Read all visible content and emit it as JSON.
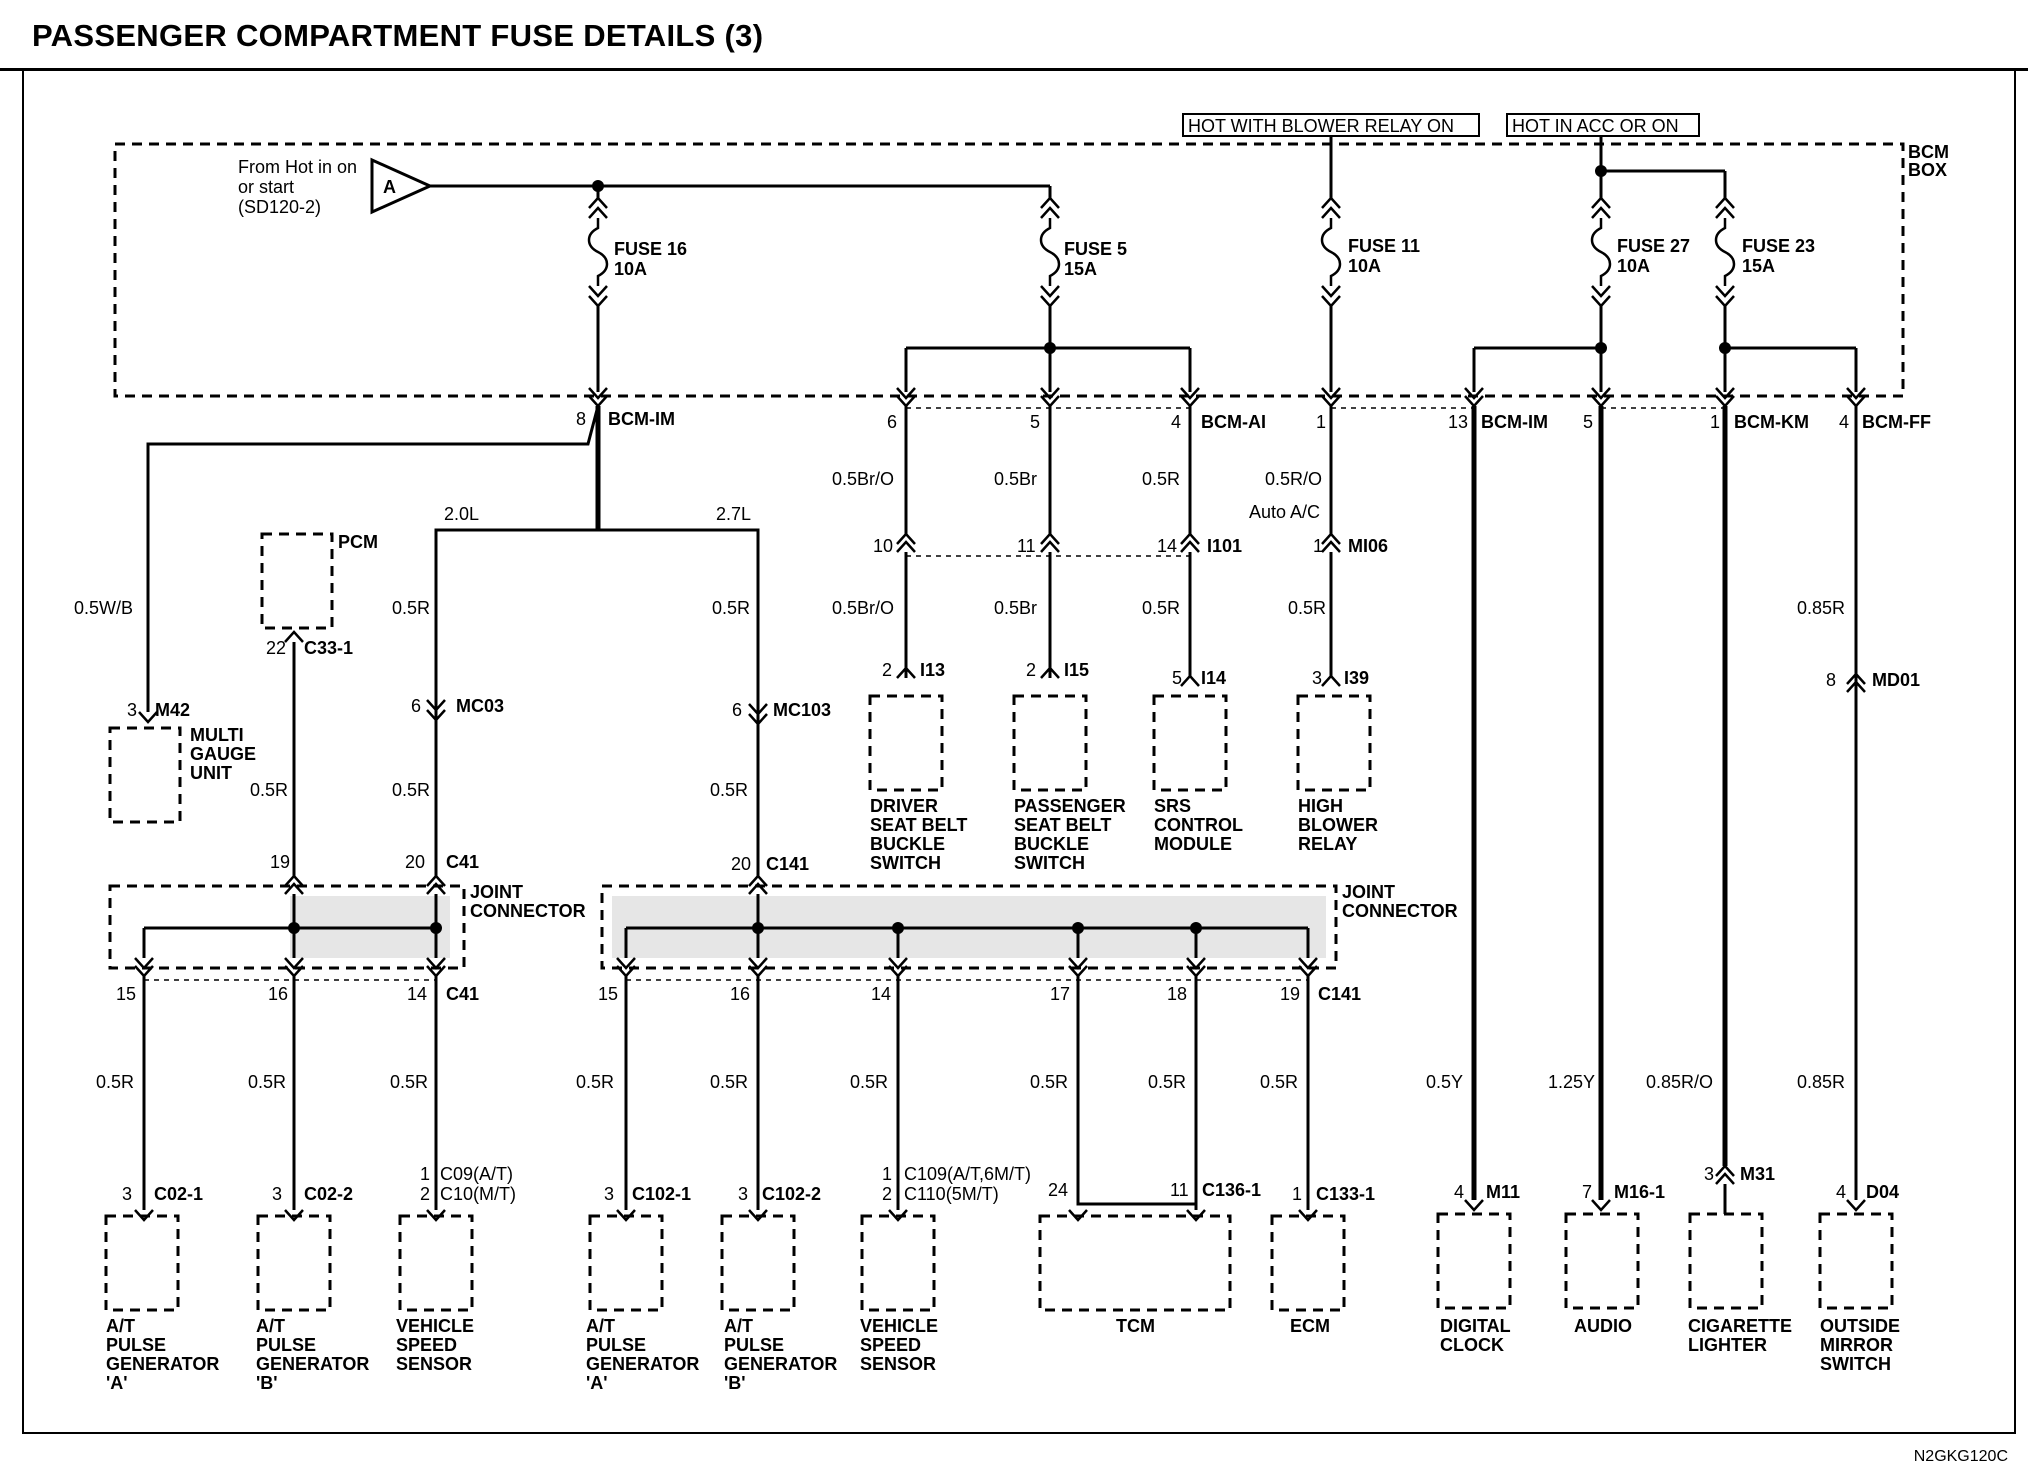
{
  "title": "PASSENGER COMPARTMENT FUSE DETAILS (3)",
  "diagram_code": "N2GKG120C",
  "box_labels": {
    "hot_blower": "HOT WITH BLOWER RELAY ON",
    "hot_acc": "HOT IN ACC OR ON",
    "bcm_box_1": "BCM",
    "bcm_box_2": "BOX"
  },
  "source": {
    "line1": "From Hot in on",
    "line2": "or start",
    "line3": "(SD120-2)",
    "connector_letter": "A"
  },
  "fuses": [
    {
      "name": "FUSE 16",
      "rating": "10A"
    },
    {
      "name": "FUSE 5",
      "rating": "15A"
    },
    {
      "name": "FUSE 11",
      "rating": "10A"
    },
    {
      "name": "FUSE 27",
      "rating": "10A"
    },
    {
      "name": "FUSE 23",
      "rating": "15A"
    }
  ],
  "bcm_pins": [
    {
      "pin": "8",
      "conn": "BCM-IM"
    },
    {
      "pin": "6",
      "conn": ""
    },
    {
      "pin": "5",
      "conn": ""
    },
    {
      "pin": "4",
      "conn": "BCM-AI"
    },
    {
      "pin": "1",
      "conn": ""
    },
    {
      "pin": "13",
      "conn": "BCM-IM"
    },
    {
      "pin": "5",
      "conn": ""
    },
    {
      "pin": "1",
      "conn": "BCM-KM"
    },
    {
      "pin": "4",
      "conn": "BCM-FF"
    }
  ],
  "branch": {
    "left": "2.0L",
    "right": "2.7L"
  },
  "wires": {
    "w1": "0.5W/B",
    "w2": "0.5R",
    "w3": "0.5R",
    "w4": "0.5R",
    "w5": "0.5R",
    "w6": "0.5R",
    "w7": "0.5Br/O",
    "w8": "0.5Br",
    "w9": "0.5R",
    "w10": "0.5R/O",
    "w10b": "Auto A/C",
    "w11": "0.5Br/O",
    "w12": "0.5Br",
    "w13": "0.5R",
    "w14": "0.5R",
    "w15": "0.85R",
    "b1": "0.5R",
    "b2": "0.5R",
    "b3": "0.5R",
    "b4": "0.5R",
    "b5": "0.5R",
    "b6": "0.5R",
    "b7": "0.5R",
    "b8": "0.5R",
    "b9": "0.5R",
    "b10": "0.5Y",
    "b11": "1.25Y",
    "b12": "0.85R/O",
    "b13": "0.85R"
  },
  "connectors": {
    "pcm": "PCM",
    "c33": "C33-1",
    "c33pin": "22",
    "m42": "M42",
    "m42pin": "3",
    "mc03": "MC03",
    "mc03pin": "6",
    "mc103": "MC103",
    "mc103pin": "6",
    "c41": "C41",
    "c41in_a": "19",
    "c41in_b": "20",
    "c141": "C141",
    "c141in": "20",
    "i101": "I101",
    "i101p1": "10",
    "i101p2": "11",
    "i101p3": "14",
    "mi06": "MI06",
    "mi06pin": "1",
    "i13": "I13",
    "i13pin": "2",
    "i15": "I15",
    "i15pin": "2",
    "i14": "I14",
    "i14pin": "5",
    "i39": "I39",
    "i39pin": "3",
    "md01": "MD01",
    "md01pin": "8",
    "jc1": "JOINT",
    "jc2": "CONNECTOR",
    "c41out": "C41",
    "c41o1": "15",
    "c41o2": "16",
    "c41o3": "14",
    "c141out": "C141",
    "c141o1": "15",
    "c141o2": "16",
    "c141o3": "14",
    "c141o4": "17",
    "c141o5": "18",
    "c141o6": "19",
    "c021": "C02-1",
    "c021pin": "3",
    "c022": "C02-2",
    "c022pin": "3",
    "c09": "C09(A/T)",
    "c09pin": "1",
    "c10": "C10(M/T)",
    "c10pin": "2",
    "c1021": "C102-1",
    "c1021pin": "3",
    "c1022": "C102-2",
    "c1022pin": "3",
    "c109": "C109(A/T,6M/T)",
    "c109pin": "1",
    "c110": "C110(5M/T)",
    "c110pin": "2",
    "c1361": "C136-1",
    "c1361a": "24",
    "c1361b": "11",
    "c1331": "C133-1",
    "c1331pin": "1",
    "m11": "M11",
    "m11pin": "4",
    "m161": "M16-1",
    "m161pin": "7",
    "m31": "M31",
    "m31pin": "3",
    "d04": "D04",
    "d04pin": "4"
  },
  "components": {
    "multi": [
      "MULTI",
      "GAUGE",
      "UNIT"
    ],
    "driver": [
      "DRIVER",
      "SEAT BELT",
      "BUCKLE",
      "SWITCH"
    ],
    "passenger": [
      "PASSENGER",
      "SEAT BELT",
      "BUCKLE",
      "SWITCH"
    ],
    "srs": [
      "SRS",
      "CONTROL",
      "MODULE"
    ],
    "blower": [
      "HIGH",
      "BLOWER",
      "RELAY"
    ],
    "pga1": [
      "A/T",
      "PULSE",
      "GENERATOR",
      "'A'"
    ],
    "pgb1": [
      "A/T",
      "PULSE",
      "GENERATOR",
      "'B'"
    ],
    "vss1": [
      "VEHICLE",
      "SPEED",
      "SENSOR"
    ],
    "pga2": [
      "A/T",
      "PULSE",
      "GENERATOR",
      "'A'"
    ],
    "pgb2": [
      "A/T",
      "PULSE",
      "GENERATOR",
      "'B'"
    ],
    "vss2": [
      "VEHICLE",
      "SPEED",
      "SENSOR"
    ],
    "tcm": [
      "TCM"
    ],
    "ecm": [
      "ECM"
    ],
    "clock": [
      "DIGITAL",
      "CLOCK"
    ],
    "audio": [
      "AUDIO"
    ],
    "lighter": [
      "CIGARETTE",
      "LIGHTER"
    ],
    "mirror": [
      "OUTSIDE",
      "MIRROR",
      "SWITCH"
    ]
  }
}
